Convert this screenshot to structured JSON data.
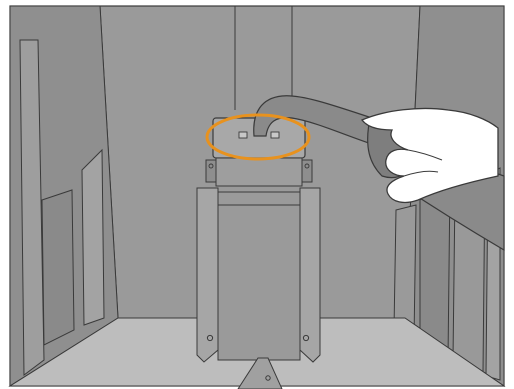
{
  "illustration": {
    "subject": "printer-cleaning-step",
    "highlight_color": "#E8921E",
    "palette": {
      "wall": "#9A9A9A",
      "wall_dark": "#7E7E7E",
      "floor": "#BDBDBD",
      "outline": "#3A3A3A",
      "hand_fill": "#FFFFFF",
      "nozzle": "#8A8A8A"
    },
    "parts": [
      "enclosure-walls",
      "left-panels",
      "right-panels",
      "floor-area",
      "bracket-column",
      "sensor-block",
      "vacuum-nozzle",
      "hand",
      "highlight-circle"
    ]
  }
}
